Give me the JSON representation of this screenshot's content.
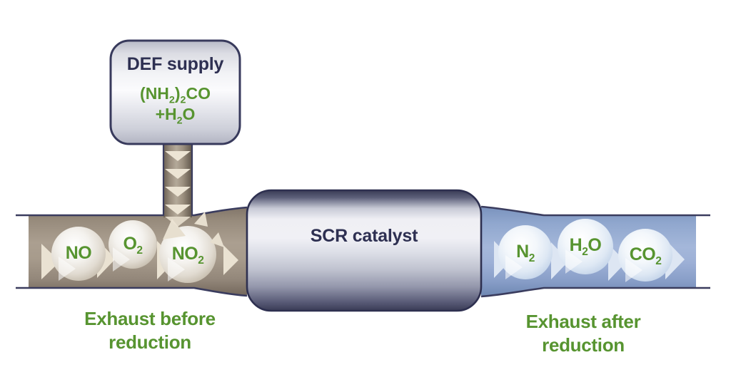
{
  "colors": {
    "green": "#579430",
    "navy": "#2e3052",
    "pipe-brown": "#9a8e7f",
    "pipe-blue": "#94a9d1",
    "arrow-cream": "#eae2d2",
    "arrow-blue": "#dde6f3",
    "outline": "#3a3c5e"
  },
  "def_supply": {
    "title": "DEF supply",
    "formula_line1": [
      {
        "t": "(NH"
      },
      {
        "t": "2",
        "sub": true
      },
      {
        "t": ")"
      },
      {
        "t": "2",
        "sub": true
      },
      {
        "t": "CO"
      }
    ],
    "formula_line2": [
      {
        "t": "+H"
      },
      {
        "t": "2",
        "sub": true
      },
      {
        "t": "O"
      }
    ]
  },
  "catalyst": {
    "label": "SCR catalyst"
  },
  "exhaust_before": {
    "label": "Exhaust before reduction",
    "molecules": {
      "no": [
        {
          "t": "NO"
        }
      ],
      "o2": [
        {
          "t": "O"
        },
        {
          "t": "2",
          "sub": true
        }
      ],
      "no2": [
        {
          "t": "NO"
        },
        {
          "t": "2",
          "sub": true
        }
      ]
    }
  },
  "exhaust_after": {
    "label": "Exhaust after reduction",
    "molecules": {
      "n2": [
        {
          "t": "N"
        },
        {
          "t": "2",
          "sub": true
        }
      ],
      "h2o": [
        {
          "t": "H"
        },
        {
          "t": "2",
          "sub": true
        },
        {
          "t": "O"
        }
      ],
      "co2": [
        {
          "t": "CO"
        },
        {
          "t": "2",
          "sub": true
        }
      ]
    }
  }
}
